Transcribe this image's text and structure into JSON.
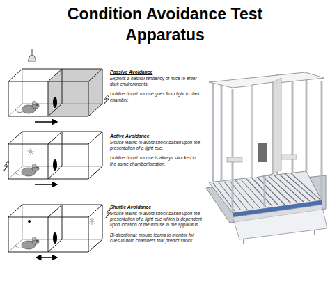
{
  "diagram": {
    "title": "Condition Avoidance Test Apparatus",
    "labels": [
      "Passive Avoidance",
      "Exploits a natural tendency of mice to enter dark environments.",
      "Unidirectional: mouse goes from light to dark chamber.",
      "Active Avoidance",
      "Mouse learns to avoid shock based upon the presentation of a light cue.",
      "Unidirectional: mouse is always shocked in the same chamber/location.",
      "Shuttle Avoidance",
      "Mouse learns to avoid shock based upon the presentation of a light cue which is dependent upon location of the mouse in the apparatus.",
      "Bi-directional: mouse learns to monitor for cues in both chambers that predict shock."
    ]
  }
}
